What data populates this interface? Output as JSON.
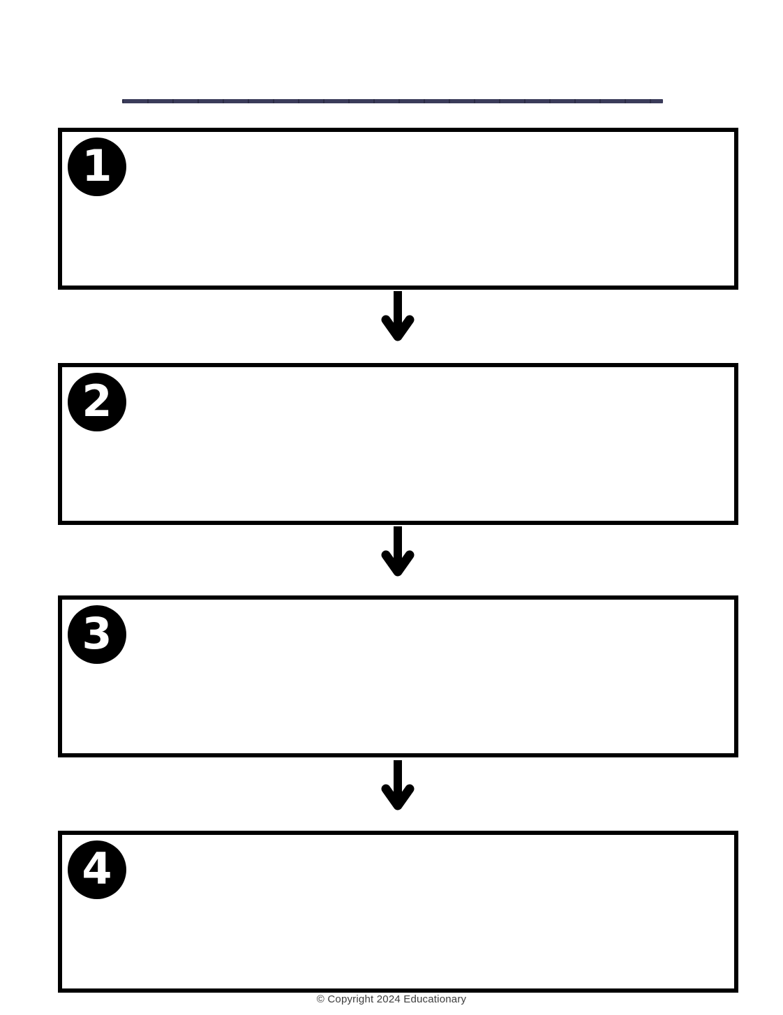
{
  "header": {
    "title_value": ""
  },
  "steps": [
    {
      "number": "1",
      "content": ""
    },
    {
      "number": "2",
      "content": ""
    },
    {
      "number": "3",
      "content": ""
    },
    {
      "number": "4",
      "content": ""
    }
  ],
  "connectors": [
    {
      "icon": "arrow-down"
    },
    {
      "icon": "arrow-down"
    },
    {
      "icon": "arrow-down"
    }
  ],
  "footer": {
    "copyright": "© Copyright 2024 Educationary"
  },
  "colors": {
    "accent_line": "#3b3c5a",
    "box_border": "#000000",
    "badge_fill": "#000000",
    "badge_number": "#ffffff",
    "arrow": "#000000",
    "footer_text": "#3d3d3d",
    "background": "#ffffff"
  }
}
